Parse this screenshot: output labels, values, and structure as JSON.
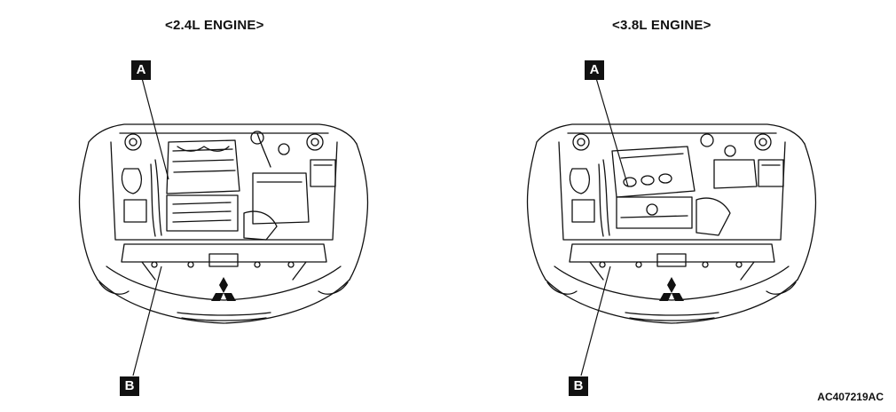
{
  "left_panel": {
    "title": "<2.4L ENGINE>",
    "callout_a": "A",
    "callout_b": "B"
  },
  "right_panel": {
    "title": "<3.8L ENGINE>",
    "callout_a": "A",
    "callout_b": "B"
  },
  "figure_ref": "AC407219AC"
}
